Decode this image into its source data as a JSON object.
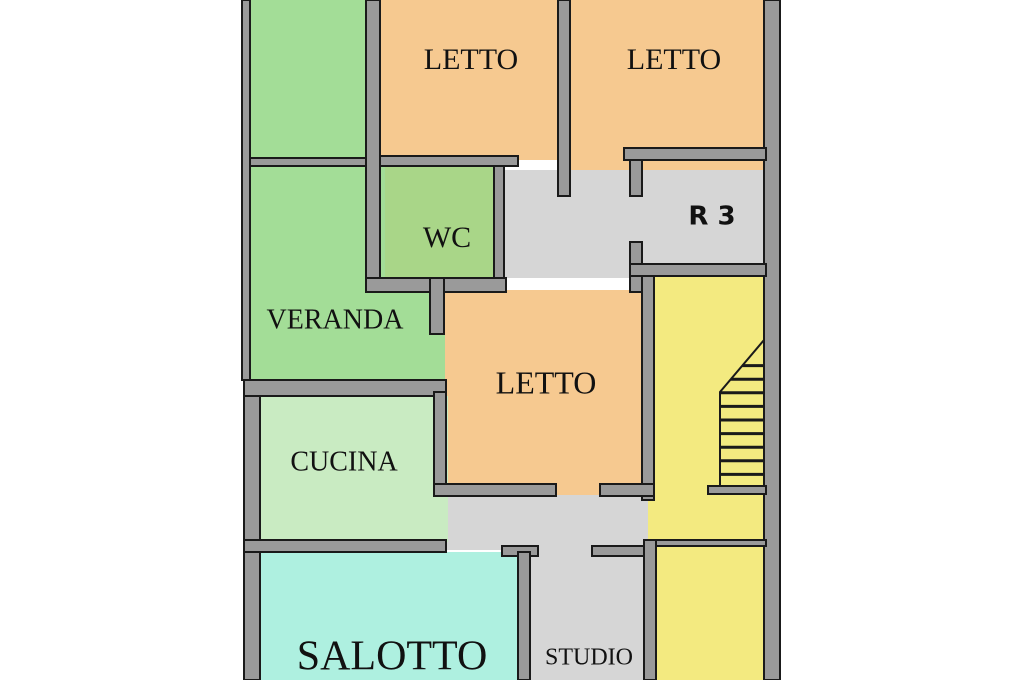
{
  "colors": {
    "wall": "#9a9a9a",
    "wall_outline": "#1a1a1a",
    "bedroom": "#f6c990",
    "veranda": "#a3dd97",
    "wc": "#a9d688",
    "cucina": "#c9ebc2",
    "salotto": "#aef0e0",
    "hall": "#d6d6d6",
    "stairs": "#f3ea80"
  },
  "rooms": {
    "letto_top_left": "LETTO",
    "letto_top_right": "LETTO",
    "letto_center": "LETTO",
    "wc": "WC",
    "r3": "R 3",
    "veranda": "VERANDA",
    "cucina": "CUCINA",
    "salotto": "SALOTTO",
    "studio": "STUDIO"
  },
  "staircase": {
    "steps": 9
  }
}
